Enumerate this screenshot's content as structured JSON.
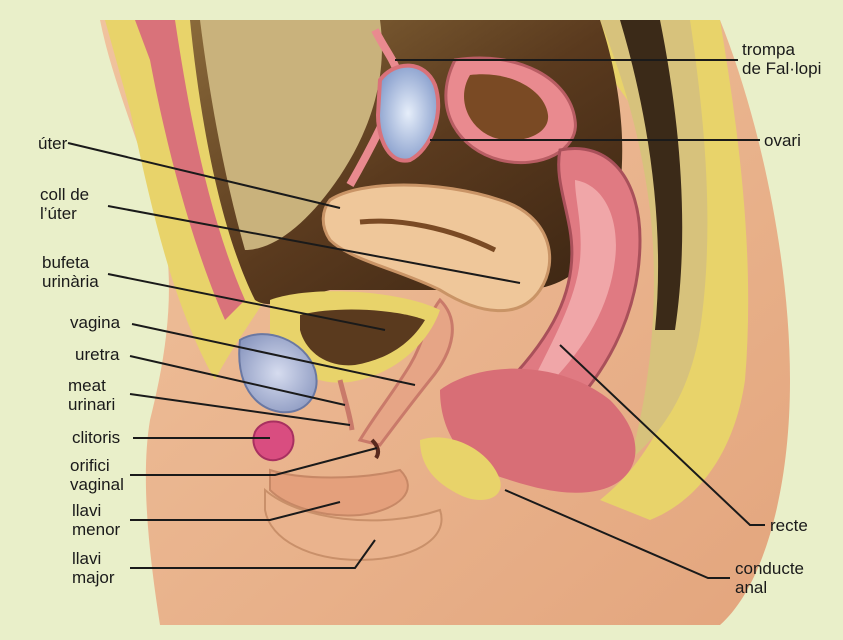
{
  "labels": {
    "uter": "úter",
    "coll": "coll de\nl’úter",
    "bufeta": "bufeta\nurinària",
    "vagina": "vagina",
    "uretra": "uretra",
    "meat": "meat\nurinari",
    "clitoris": "clitoris",
    "orifici": "orifici\nvaginal",
    "llavi_menor": "llavi\nmenor",
    "llavi_major": "llavi\nmajor",
    "trompa": "trompa\nde Fal·lopi",
    "ovari": "ovari",
    "recte": "recte",
    "conducte": "conducte\nanal"
  },
  "colors": {
    "background": "#e9efc9",
    "skin": "#eab38d",
    "muscle": "#d9727a",
    "fat": "#e8d36a",
    "cavity": "#5a3a22",
    "organ_pink": "#e98a8f",
    "bladder": "#a9b6d6"
  }
}
